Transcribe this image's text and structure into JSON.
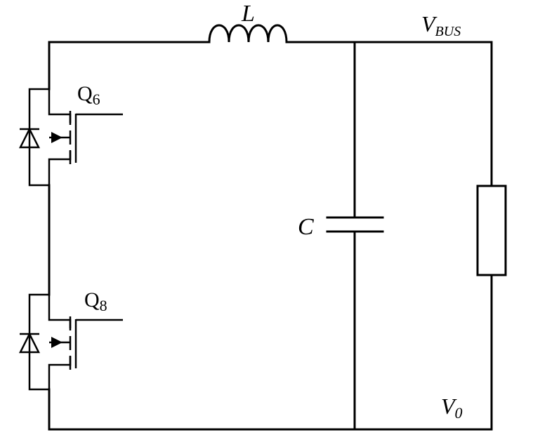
{
  "diagram": {
    "components": {
      "inductor": {
        "label": "L"
      },
      "capacitor": {
        "label": "C"
      },
      "switch_top": {
        "label": "Q",
        "subscript": "6"
      },
      "switch_bottom": {
        "label": "Q",
        "subscript": "8"
      },
      "load_resistor": {
        "label": ""
      }
    },
    "nodes": {
      "bus": {
        "label": "V",
        "subscript": "BUS"
      },
      "output": {
        "label": "V",
        "subscript": "0"
      }
    }
  }
}
